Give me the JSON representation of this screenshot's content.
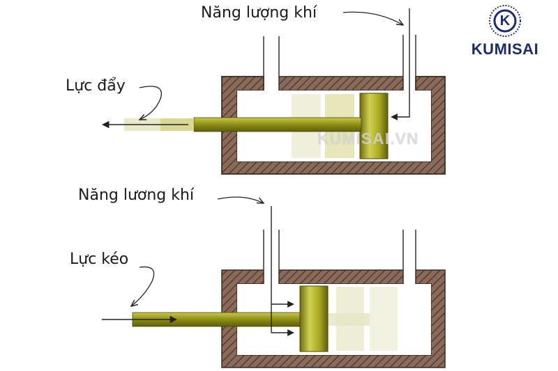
{
  "labels": {
    "energy_top": "Năng lượng khí",
    "push_force": "Lực đẩy",
    "energy_bottom": "Năng lương khí",
    "pull_force": "Lực kéo"
  },
  "brand": {
    "logo_letter": "K",
    "name": "KUMISAI",
    "watermark": "KUMISAI.VN",
    "color": "#1d2a6b"
  },
  "colors": {
    "housing": "#7a5a4c",
    "piston_dark": "#9a9a1e",
    "piston_light": "#e6e6a8",
    "rod": "#a6a520"
  }
}
